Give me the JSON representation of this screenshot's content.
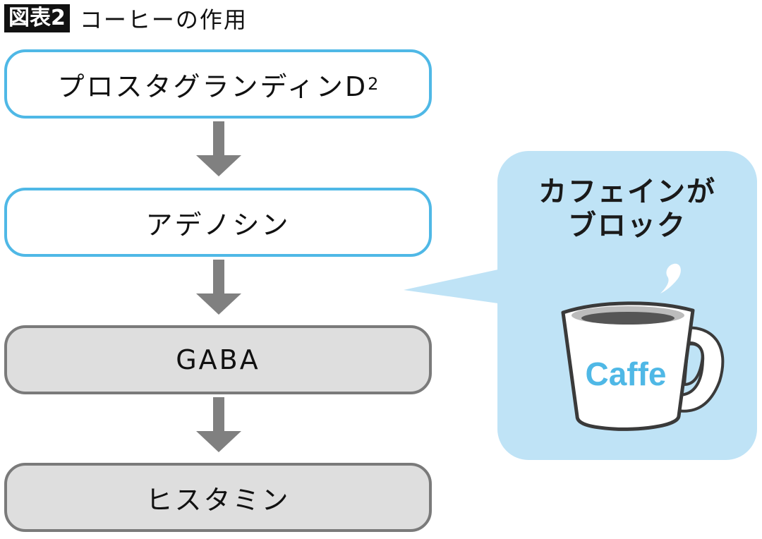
{
  "header": {
    "figure_label": "図表2",
    "title": "コーヒーの作用"
  },
  "flow": {
    "nodes": [
      {
        "label": "プロスタグランディンD",
        "subscript": "2",
        "style": "blue"
      },
      {
        "label": "アデノシン",
        "style": "blue"
      },
      {
        "label": "GABA",
        "style": "gray"
      },
      {
        "label": "ヒスタミン",
        "style": "gray"
      }
    ],
    "arrow_icon": "down-arrow-icon"
  },
  "callout": {
    "line1": "カフェインが",
    "line2": "ブロック",
    "mug_label": "Caffe",
    "icon": "coffee-mug-icon"
  },
  "colors": {
    "accent_blue": "#4fb8e6",
    "bubble_fill": "#bfe3f6",
    "gray_border": "#7a7a7a",
    "gray_fill": "#dedede",
    "arrow": "#808080",
    "mug_text": "#4fb8e6"
  }
}
